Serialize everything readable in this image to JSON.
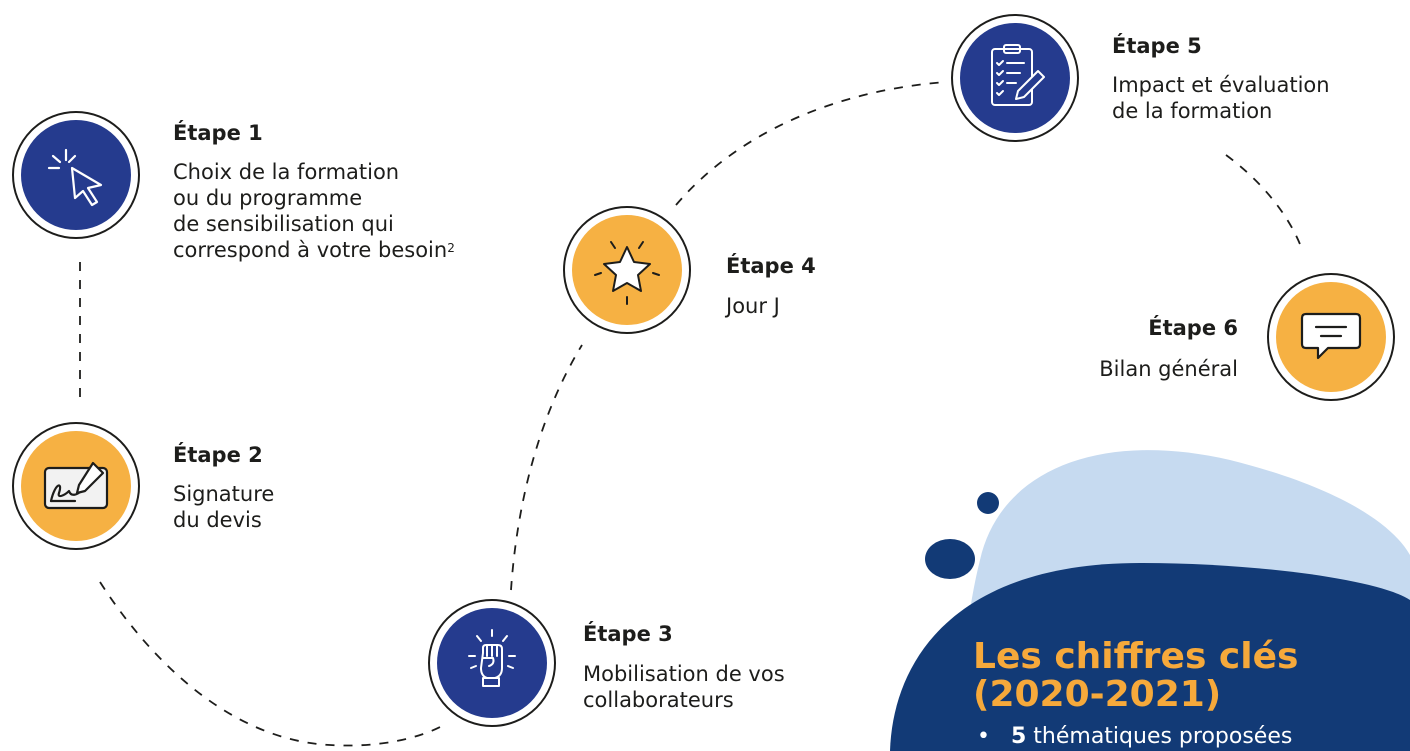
{
  "steps": [
    {
      "title": "Étape 1",
      "desc": [
        "Choix de la formation",
        "ou du programme",
        "de sensibilisation qui",
        "correspond à votre besoin"
      ],
      "sup": "2",
      "icon": "cursor-click-icon"
    },
    {
      "title": "Étape 2",
      "desc": [
        "Signature",
        "du devis"
      ],
      "icon": "signature-icon"
    },
    {
      "title": "Étape 3",
      "desc": [
        "Mobilisation de vos",
        "collaborateurs"
      ],
      "icon": "raised-fist-icon"
    },
    {
      "title": "Étape 4",
      "desc": [
        "Jour J"
      ],
      "icon": "star-icon"
    },
    {
      "title": "Étape 5",
      "desc": [
        "Impact et évaluation",
        "de la formation"
      ],
      "icon": "clipboard-checklist-icon"
    },
    {
      "title": "Étape 6",
      "desc": [
        "Bilan général"
      ],
      "icon": "speech-bubble-icon"
    }
  ],
  "key_figures": {
    "title": [
      "Les chiffres clés",
      "(2020-2021)"
    ],
    "items": [
      {
        "number": "5",
        "text": "thématiques proposées"
      }
    ]
  },
  "colors": {
    "navy": "#253b8e",
    "orange": "#f6b143",
    "dark_blue": "#123a76",
    "light_blue": "#c6daf0",
    "heading_orange": "#f6a93b"
  }
}
